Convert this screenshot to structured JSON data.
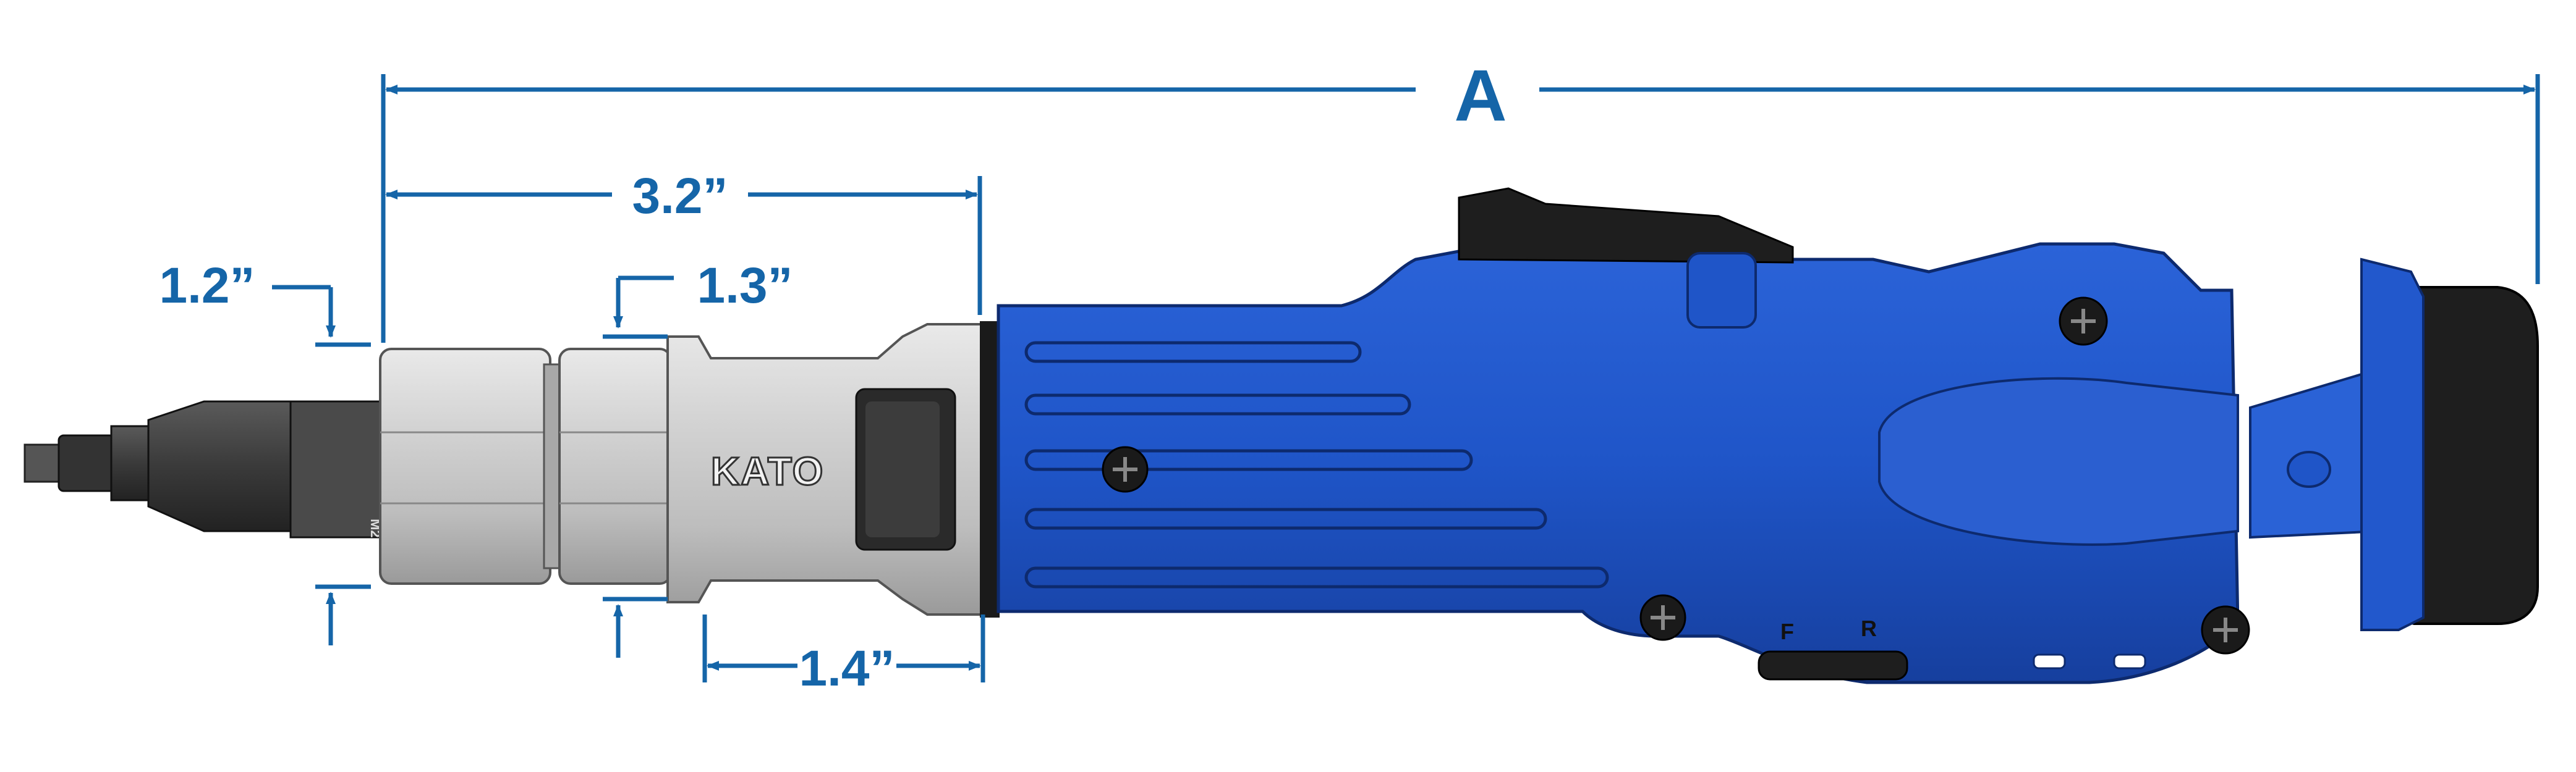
{
  "colors": {
    "dimension": "#1565a8",
    "body_blue": "#1f55c8",
    "body_blue_dark": "#143c9a",
    "metal": "#c9c9c9",
    "metal_dark": "#8a8a8a",
    "black": "#1e1e1e"
  },
  "dimensions": {
    "overall": "A",
    "nose_length": "3.2”",
    "tip_diameter": "1.2”",
    "nut_diameter": "1.3”",
    "collar_length": "1.4”"
  },
  "tool": {
    "brand": "KATO",
    "switch_forward": "F",
    "switch_reverse": "R",
    "bit_marking": "M2"
  }
}
